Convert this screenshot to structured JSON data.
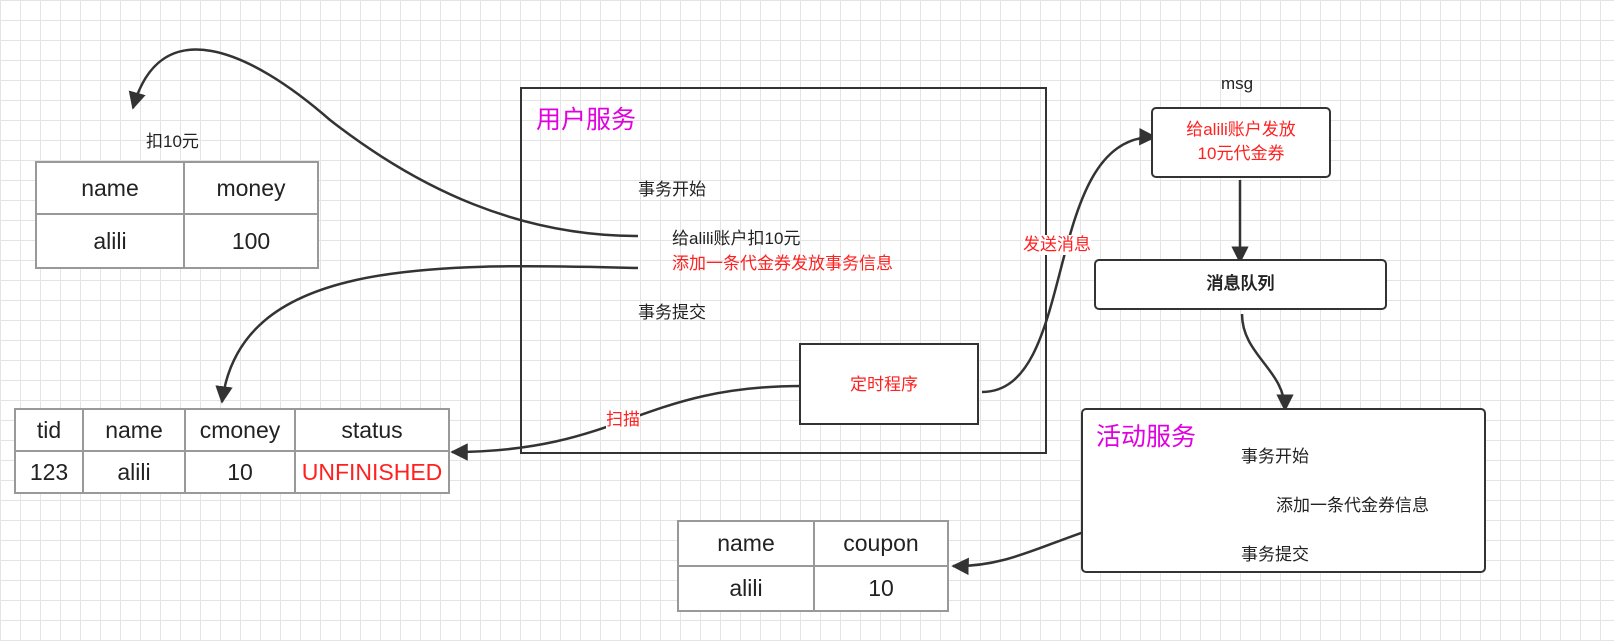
{
  "deduct_label": "扣10元",
  "account_table": {
    "headers": [
      "name",
      "money"
    ],
    "rows": [
      [
        "alili",
        "100"
      ]
    ]
  },
  "user_service": {
    "title": "用户服务",
    "tx_begin": "事务开始",
    "step1": "给alili账户扣10元",
    "step2": "添加一条代金券发放事务信息",
    "tx_commit": "事务提交",
    "timer": "定时程序"
  },
  "msg_label": "msg",
  "msg_box": {
    "line1": "给alili账户发放",
    "line2": "10元代金券"
  },
  "send_message_label": "发送消息",
  "queue_label": "消息队列",
  "scan_label": "扫描",
  "tx_table": {
    "headers": [
      "tid",
      "name",
      "cmoney",
      "status"
    ],
    "rows": [
      [
        "123",
        "alili",
        "10",
        "UNFINISHED"
      ]
    ]
  },
  "activity_service": {
    "title": "活动服务",
    "tx_begin": "事务开始",
    "step1": "添加一条代金券信息",
    "tx_commit": "事务提交"
  },
  "coupon_table": {
    "headers": [
      "name",
      "coupon"
    ],
    "rows": [
      [
        "alili",
        "10"
      ]
    ]
  },
  "colors": {
    "accent_red": "#ff2020",
    "title_magenta": "#e000e0",
    "stroke": "#333333"
  }
}
